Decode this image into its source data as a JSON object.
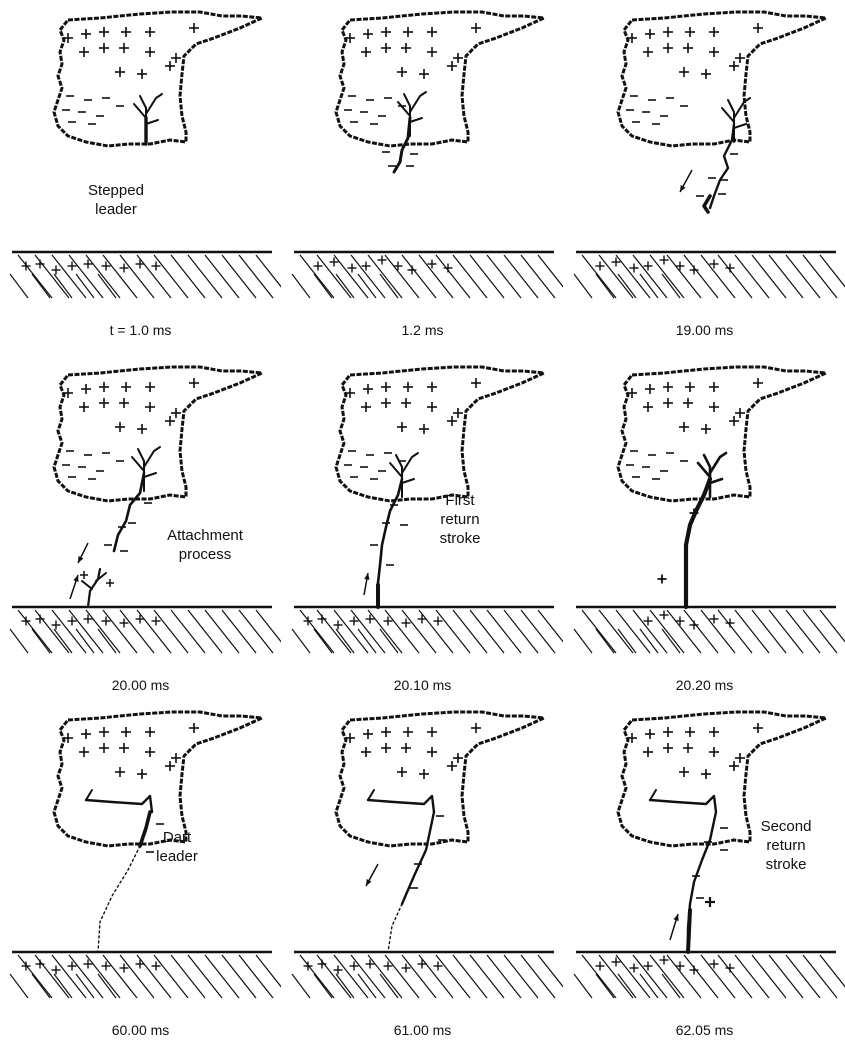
{
  "panels": [
    {
      "time": "t = 1.0 ms",
      "label": "Stepped\nleader"
    },
    {
      "time": "1.2 ms",
      "label": ""
    },
    {
      "time": "19.00 ms",
      "label": ""
    },
    {
      "time": "20.00 ms",
      "label": "Attachment\nprocess"
    },
    {
      "time": "20.10 ms",
      "label": "First\nreturn\nstroke"
    },
    {
      "time": "20.20 ms",
      "label": ""
    },
    {
      "time": "60.00 ms",
      "label": "Dart\nleader"
    },
    {
      "time": "61.00 ms",
      "label": ""
    },
    {
      "time": "62.05 ms",
      "label": "Second\nreturn\nstroke"
    }
  ],
  "colors": {
    "ink": "#111111",
    "background": "#ffffff"
  }
}
